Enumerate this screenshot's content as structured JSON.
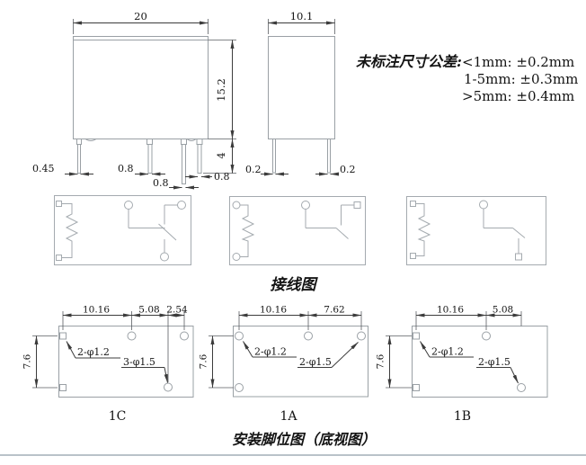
{
  "front_view": {
    "dim_width": "20",
    "dim_height": "15.2",
    "dim_pin_length": "4",
    "pin_widths": [
      "0.45",
      "0.8",
      "0.8",
      "0.8"
    ]
  },
  "side_view": {
    "dim_width": "10.1",
    "pin_widths": [
      "0.2",
      "0.2"
    ]
  },
  "tolerance": {
    "label": "未标注尺寸公差:",
    "lines": [
      "<1mm: ±0.2mm",
      "1-5mm: ±0.3mm",
      ">5mm: ±0.4mm"
    ]
  },
  "wiring": {
    "caption": "接线图"
  },
  "footprints": {
    "caption": "安装脚位图（底视图）",
    "variants": [
      {
        "label": "1C",
        "h_dims": [
          "10.16",
          "5.08",
          "2.54"
        ],
        "v_dim": "7.6",
        "hole_labels": [
          "2-φ1.2",
          "3-φ1.5"
        ]
      },
      {
        "label": "1A",
        "h_dims": [
          "10.16",
          "7.62"
        ],
        "v_dim": "7.6",
        "hole_labels": [
          "2-φ1.2",
          "2-φ1.5"
        ]
      },
      {
        "label": "1B",
        "h_dims": [
          "10.16",
          "5.08"
        ],
        "v_dim": "7.6",
        "hole_labels": [
          "2-φ1.2",
          "2-φ1.5"
        ]
      }
    ]
  }
}
